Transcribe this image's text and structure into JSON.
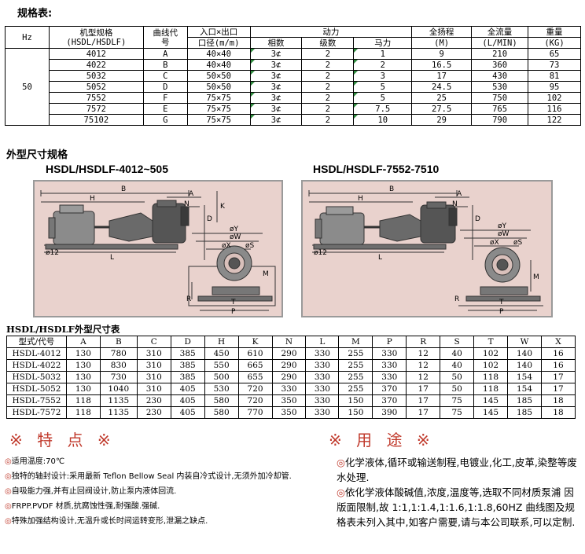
{
  "spec": {
    "title": "规格表:",
    "header": {
      "hz": "Hz",
      "model": "机型规格",
      "model_sub": "(HSDL/HSDLF)",
      "curve": "曲线代",
      "curve_sub": "号",
      "inout": "入口×出口",
      "inout_sub": "口径(m/m)",
      "power": "动力",
      "phase": "相数",
      "stages": "级数",
      "hp": "马力",
      "head": "全扬程",
      "head_unit": "(M)",
      "flow": "全流量",
      "flow_unit": "(L/MIN)",
      "weight": "重量",
      "weight_unit": "(KG)"
    },
    "hz_value": "50",
    "rows": [
      [
        "4012",
        "A",
        "40×40",
        "3⊄",
        "2",
        "1",
        "9",
        "210",
        "65"
      ],
      [
        "4022",
        "B",
        "40×40",
        "3⊄",
        "2",
        "2",
        "16.5",
        "360",
        "73"
      ],
      [
        "5032",
        "C",
        "50×50",
        "3⊄",
        "2",
        "3",
        "17",
        "430",
        "81"
      ],
      [
        "5052",
        "D",
        "50×50",
        "3⊄",
        "2",
        "5",
        "24.5",
        "530",
        "95"
      ],
      [
        "7552",
        "F",
        "75×75",
        "3⊄",
        "2",
        "5",
        "25",
        "750",
        "102"
      ],
      [
        "7572",
        "E",
        "75×75",
        "3⊄",
        "2",
        "7.5",
        "27.5",
        "765",
        "116"
      ],
      [
        "75102",
        "G",
        "75×75",
        "3⊄",
        "2",
        "10",
        "29",
        "790",
        "122"
      ]
    ]
  },
  "outline": {
    "title": "外型尺寸规格",
    "left_model": "HSDL/HSDLF-4012~505",
    "right_model": "HSDL/HSDLF-7552-7510",
    "labels": {
      "A": "A",
      "B": "B",
      "H": "H",
      "N": "N",
      "D": "D",
      "K": "K",
      "L": "L",
      "dia12": "ø12",
      "dY": "øY",
      "dW": "øW",
      "dS": "øS",
      "dX": "øX",
      "M": "M",
      "R": "R",
      "T": "T",
      "P": "P"
    }
  },
  "dim": {
    "title": "HSDL/HSDLF外型尺寸表",
    "headers": [
      "型式/代号",
      "A",
      "B",
      "C",
      "D",
      "H",
      "K",
      "N",
      "L",
      "M",
      "P",
      "R",
      "S",
      "T",
      "W",
      "X"
    ],
    "rows": [
      [
        "HSDL-4012",
        "130",
        "780",
        "310",
        "385",
        "450",
        "610",
        "290",
        "330",
        "255",
        "330",
        "12",
        "40",
        "102",
        "140",
        "16"
      ],
      [
        "HSDL-4022",
        "130",
        "830",
        "310",
        "385",
        "550",
        "665",
        "290",
        "330",
        "255",
        "330",
        "12",
        "40",
        "102",
        "140",
        "16"
      ],
      [
        "HSDL-5032",
        "130",
        "730",
        "310",
        "385",
        "500",
        "655",
        "290",
        "330",
        "255",
        "330",
        "12",
        "50",
        "118",
        "154",
        "17"
      ],
      [
        "HSDL-5052",
        "130",
        "1040",
        "310",
        "405",
        "530",
        "720",
        "330",
        "330",
        "255",
        "370",
        "17",
        "50",
        "118",
        "154",
        "17"
      ],
      [
        "HSDL-7552",
        "118",
        "1135",
        "230",
        "405",
        "580",
        "720",
        "350",
        "330",
        "150",
        "370",
        "17",
        "75",
        "145",
        "185",
        "18"
      ],
      [
        "HSDL-7572",
        "118",
        "1135",
        "230",
        "405",
        "580",
        "770",
        "350",
        "330",
        "150",
        "390",
        "17",
        "75",
        "145",
        "185",
        "18"
      ]
    ]
  },
  "features": {
    "title": "※ 特 点 ※",
    "bullet": "◎",
    "items": [
      "适用温度:70℃",
      "独特的轴封设计:采用最新 Teflon Bellow Seal 内装自冷式设计,无须外加冷却管.",
      "自吸能力强,并有止回阀设计,防止泵内液体回流.",
      "FRPP.PVDF 材质,抗腐蚀性强,耐强酸.强碱.",
      "特殊加强结构设计,无温升或长时间运转变形,泄漏之缺点."
    ]
  },
  "uses": {
    "title": "※ 用 途 ※",
    "bullet": "◎",
    "items": [
      "化学液体,循环或输送制程,电镀业,化工,皮革,染整等废水处理.",
      "依化学液体酸碱值,浓度,温度等,选取不同材质泵浦 因版面限制,故 1:1,1:1.4,1:1.6,1:1.8,60HZ 曲线图及规格表未列入其中,如客户需要,请与本公司联系,可以定制."
    ]
  },
  "colors": {
    "drawing_bg": "#e9d2cd",
    "accent_red": "#c0392b",
    "marker_green": "#2e8b3e"
  }
}
